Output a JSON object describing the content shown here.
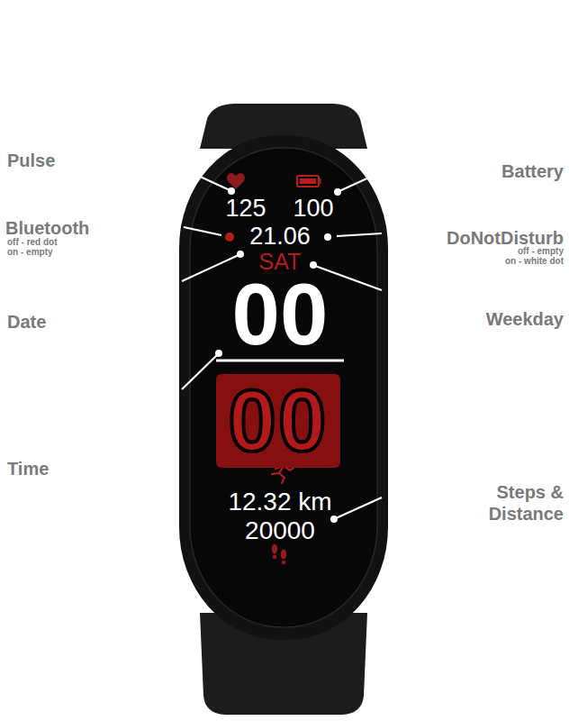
{
  "diagram": {
    "nodes": [
      {
        "text": [
          "00"
        ]
      }
    ],
    "labels": [
      "Pulse",
      "125",
      "100",
      "Battery",
      "Bluetooth",
      "off - red dot",
      "on - empty",
      "21.06",
      "DoNotDisturb",
      "off - empty",
      "on - white dot",
      "SAT",
      "Date",
      "Weekday",
      "00",
      "Time",
      "Steps & Distance",
      "12.32 km",
      "20000"
    ]
  }
}
